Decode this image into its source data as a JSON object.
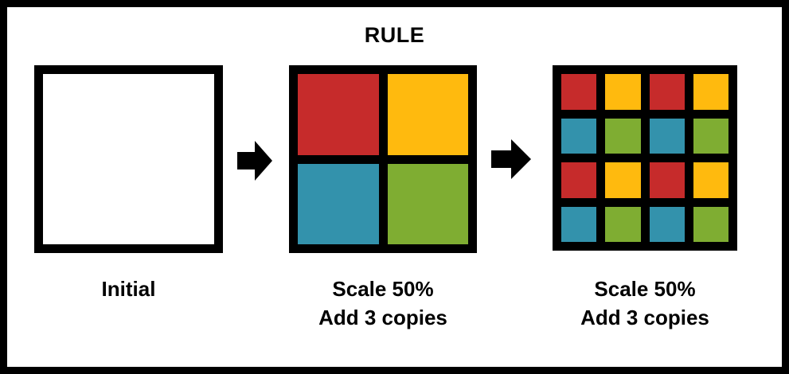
{
  "diagram": {
    "title": "RULE",
    "background": "#FFFFFF",
    "frame_color": "#000000",
    "palette": {
      "red": "#C62B2B",
      "yellow": "#FFBA0E",
      "teal": "#3392AC",
      "green": "#7FAD32",
      "black": "#000000",
      "white": "#FFFFFF"
    },
    "steps": [
      {
        "index": 0,
        "name": "initial-square",
        "caption": "Initial",
        "grid": 1,
        "cells": [
          "white"
        ]
      },
      {
        "index": 1,
        "name": "iteration-1",
        "caption": "Scale 50%\nAdd 3 copies",
        "caption_line_1": "Scale 50%",
        "caption_line_2": "Add 3 copies",
        "grid": 2,
        "cells": [
          "red",
          "yellow",
          "teal",
          "green"
        ]
      },
      {
        "index": 2,
        "name": "iteration-2",
        "caption": "Scale 50%\nAdd 3 copies",
        "caption_line_1": "Scale 50%",
        "caption_line_2": "Add 3 copies",
        "grid": 4,
        "cells": [
          "red",
          "yellow",
          "red",
          "yellow",
          "teal",
          "green",
          "teal",
          "green",
          "red",
          "yellow",
          "red",
          "yellow",
          "teal",
          "green",
          "teal",
          "green"
        ]
      }
    ],
    "arrows": [
      {
        "name": "arrow-step-0-to-1",
        "direction": "right",
        "color": "#000000"
      },
      {
        "name": "arrow-step-1-to-2",
        "direction": "right",
        "color": "#000000"
      }
    ]
  }
}
